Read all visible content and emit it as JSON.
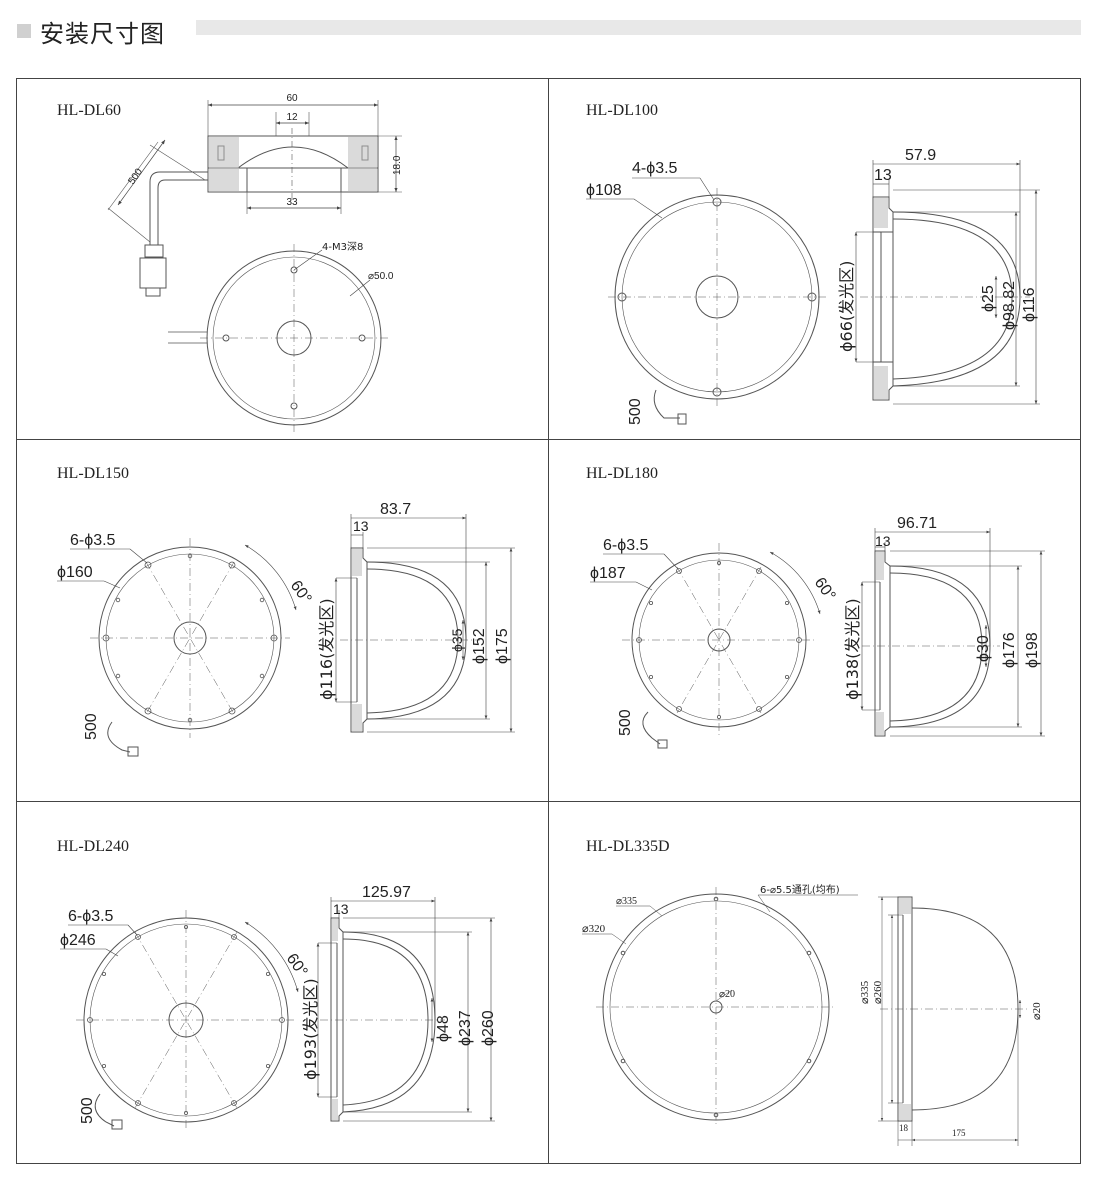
{
  "header": {
    "title": "安装尺寸图"
  },
  "panels": [
    {
      "model": "HL-DL60",
      "labels": {
        "width": "60",
        "inner": "12",
        "height": "18.0",
        "bottom": "33",
        "cable": "500",
        "holes": "4-M3深8",
        "pcd": "⌀50.0"
      }
    },
    {
      "model": "HL-DL100",
      "labels": {
        "holes": "4-ϕ3.5",
        "outer": "ϕ108",
        "depth": "57.9",
        "flange": "13",
        "d_small": "ϕ25",
        "d_mid": "ϕ98.82",
        "d_large": "ϕ116",
        "emit": "ϕ66(发光区)",
        "cable": "500"
      }
    },
    {
      "model": "HL-DL150",
      "labels": {
        "holes": "6-ϕ3.5",
        "outer": "ϕ160",
        "angle": "60°",
        "depth": "83.7",
        "flange": "13",
        "d_small": "ϕ35",
        "d_mid": "ϕ152",
        "d_large": "ϕ175",
        "emit": "ϕ116(发光区)",
        "cable": "500"
      }
    },
    {
      "model": "HL-DL180",
      "labels": {
        "holes": "6-ϕ3.5",
        "outer": "ϕ187",
        "angle": "60°",
        "depth": "96.71",
        "flange": "13",
        "d_small": "ϕ30",
        "d_mid": "ϕ176",
        "d_large": "ϕ198",
        "emit": "ϕ138(发光区)",
        "cable": "500"
      }
    },
    {
      "model": "HL-DL240",
      "labels": {
        "holes": "6-ϕ3.5",
        "outer": "ϕ246",
        "angle": "60°",
        "depth": "125.97",
        "flange": "13",
        "d_small": "ϕ48",
        "d_mid": "ϕ237",
        "d_large": "ϕ260",
        "emit": "ϕ193(发光区)",
        "cable": "500"
      }
    },
    {
      "model": "HL-DL335D",
      "labels": {
        "outer": "⌀335",
        "pcd": "⌀320",
        "center": "⌀20",
        "holes": "6-⌀5.5通孔(均布)",
        "side_outer": "⌀335",
        "side_inner": "⌀260",
        "side_small": "⌀20",
        "flange": "18",
        "depth": "175"
      }
    }
  ],
  "colors": {
    "line": "#555555",
    "grid": "#444444",
    "header_bar": "#e8e8e8",
    "header_square": "#d0d0d0"
  }
}
